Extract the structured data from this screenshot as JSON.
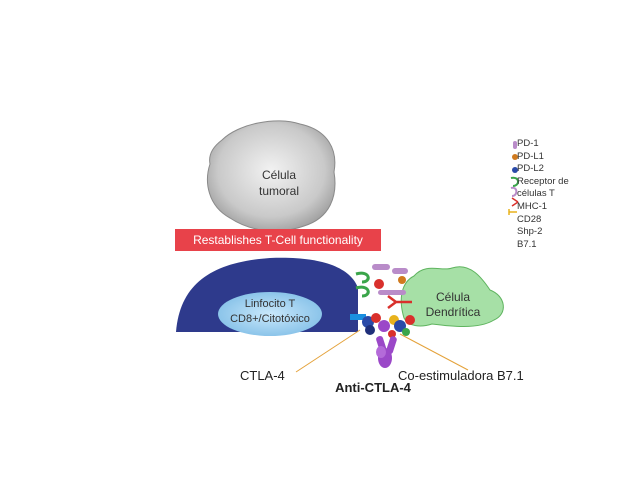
{
  "cells": {
    "tumor": {
      "line1": "Célula",
      "line2": "tumoral"
    },
    "lymphocyte": {
      "line1": "Linfocito T",
      "line2": "CD8+/Citotóxico"
    },
    "dendritic": {
      "line1": "Célula",
      "line2": "Dendrítica"
    }
  },
  "banner": {
    "text": "Restablishes T-Cell functionality"
  },
  "labels": {
    "ctla4": "CTLA-4",
    "costim": "Co-estimuladora B7.1",
    "antibody": "Anti-CTLA-4"
  },
  "legend": [
    {
      "label": "PD-1",
      "color": "#b98cc9",
      "icon": "pd1-icon"
    },
    {
      "label": "PD-L1",
      "color": "#d07a1e",
      "icon": "pdl1-icon"
    },
    {
      "label": "PD-L2",
      "color": "#2a4aa8",
      "icon": "pdl2-icon"
    },
    {
      "label": "Receptor de",
      "color": "#3aa54a",
      "icon": "tcr-icon"
    },
    {
      "label": "células T",
      "color": "",
      "icon": ""
    },
    {
      "label": "MHC-1",
      "color": "#d9302c",
      "icon": "mhc1-icon"
    },
    {
      "label": "CD28",
      "color": "#e8b21c",
      "icon": "cd28-icon"
    },
    {
      "label": "Shp-2",
      "color": "",
      "icon": ""
    },
    {
      "label": "B7.1",
      "color": "",
      "icon": ""
    }
  ],
  "colors": {
    "tumor_fill": "#cfcfcf",
    "lymphocyte_fill": "#2e3a8c",
    "nucleus_fill": "#9fd0f0",
    "dendritic_fill": "#a6e0a6",
    "banner": "#e8424a",
    "antibody": "#9b48c8",
    "connector": "#e4a23a"
  }
}
